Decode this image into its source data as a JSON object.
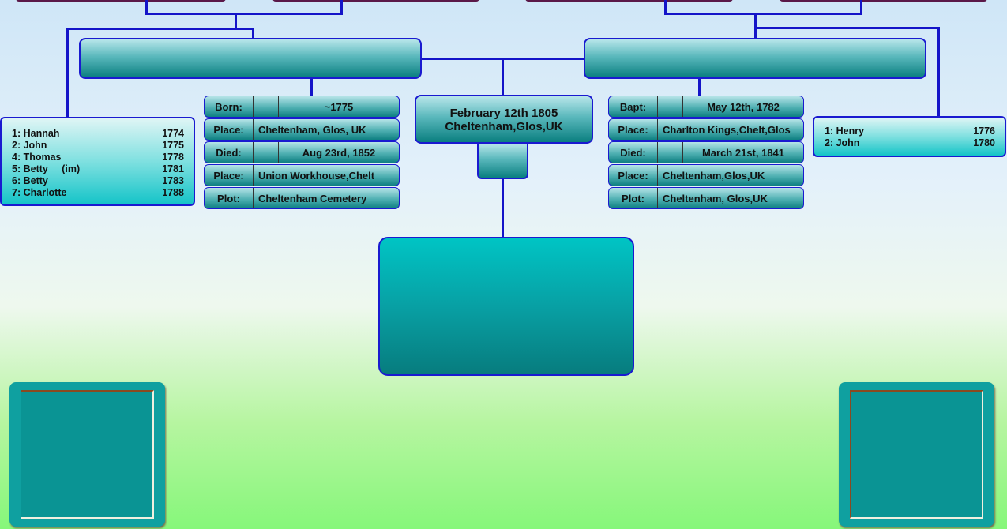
{
  "colors": {
    "line": "#1414c8",
    "box_teal": "#0a7f80",
    "top_box": "#5a1848"
  },
  "center": {
    "birth_date": "February 12th 1805",
    "birth_place": "Cheltenham,Glos,UK"
  },
  "left_parent": {
    "rows": [
      {
        "label": "Born:",
        "value": "~1775",
        "split": true
      },
      {
        "label": "Place:",
        "value": "Cheltenham, Glos, UK",
        "split": false
      },
      {
        "label": "Died:",
        "value": "Aug 23rd, 1852",
        "split": true
      },
      {
        "label": "Place:",
        "value": "Union Workhouse,Chelt",
        "split": false
      },
      {
        "label": "Plot:",
        "value": "Cheltenham Cemetery",
        "split": false
      }
    ],
    "children": [
      {
        "name": "1: Hannah",
        "year": "1774"
      },
      {
        "name": "2: John",
        "year": "1775"
      },
      {
        "name": "4: Thomas",
        "year": "1778"
      },
      {
        "name": "5: Betty     (im)",
        "year": "1781"
      },
      {
        "name": "6: Betty",
        "year": "1783"
      },
      {
        "name": "7: Charlotte",
        "year": "1788"
      }
    ]
  },
  "right_parent": {
    "rows": [
      {
        "label": "Bapt:",
        "value": "May 12th, 1782",
        "split": true
      },
      {
        "label": "Place:",
        "value": "Charlton Kings,Chelt,Glos",
        "split": false
      },
      {
        "label": "Died:",
        "value": "March 21st, 1841",
        "split": true
      },
      {
        "label": "Place:",
        "value": "Cheltenham,Glos,UK",
        "split": false
      },
      {
        "label": "Plot:",
        "value": "Cheltenham, Glos,UK",
        "split": false
      }
    ],
    "children": [
      {
        "name": "1: Henry",
        "year": "1776"
      },
      {
        "name": "2: John",
        "year": "1780"
      }
    ]
  }
}
